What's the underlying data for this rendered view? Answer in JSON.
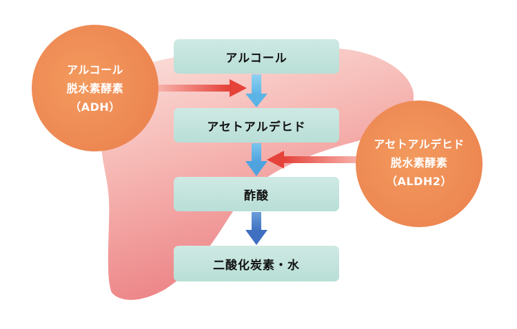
{
  "steps": {
    "alcohol": "アルコール",
    "acetaldehyde": "アセトアルデヒド",
    "acetic_acid": "酢酸",
    "co2_water": "二酸化炭素・水"
  },
  "enzymes": {
    "adh": {
      "line1": "アルコール",
      "line2": "脱水素酵素",
      "line3": "（ADH）"
    },
    "aldh2": {
      "line1": "アセトアルデヒド",
      "line2": "脱水素酵素",
      "line3": "（ALDH2）"
    }
  },
  "colors": {
    "liver_light": "#f8d6d2",
    "liver_dark": "#ee8a8c",
    "enzyme_circle": "#f0945c",
    "enzyme_arrow": "#e8443a",
    "flow_arrow_light": "#6ac0ea",
    "flow_arrow_dark": "#4a7cc8",
    "box_fill": "#c4e4dd"
  }
}
